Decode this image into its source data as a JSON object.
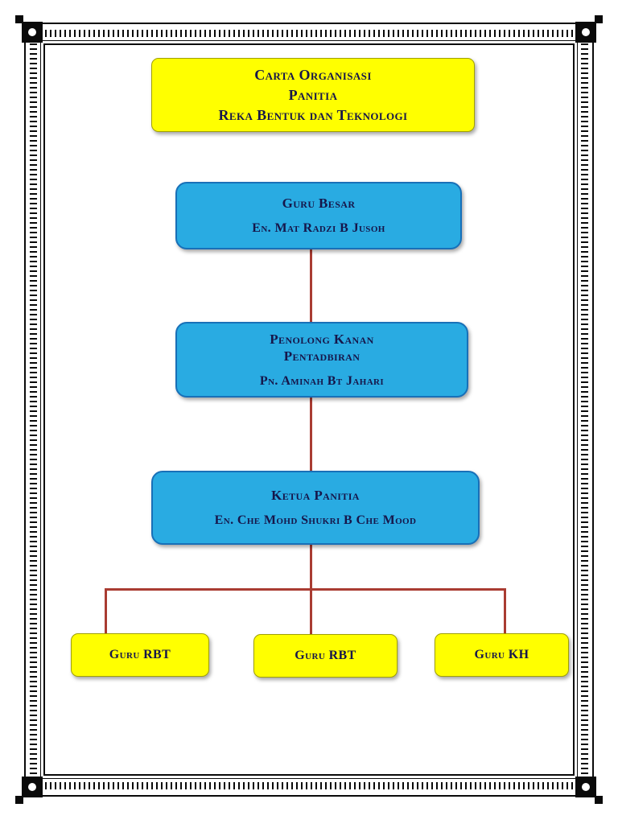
{
  "colors": {
    "box_blue": "#29ABE2",
    "box_blue_border": "#1870B8",
    "box_yellow": "#FFFF00",
    "box_yellow_border": "#A0A000",
    "connector_red": "#A93C32",
    "text_navy": "#16164A",
    "frame_black": "#0A0A0A"
  },
  "title_box": {
    "line1": "Carta Organisasi",
    "line2": "Panitia",
    "line3": "Reka Bentuk dan Teknologi"
  },
  "nodes": {
    "guru_besar": {
      "title": "Guru Besar",
      "name": "En. Mat Radzi B Jusoh"
    },
    "penolong_kanan": {
      "title_line1": "Penolong Kanan",
      "title_line2": "Pentadbiran",
      "name": "Pn. Aminah Bt Jahari"
    },
    "ketua_panitia": {
      "title": "Ketua Panitia",
      "name": "En. Che Mohd Shukri B Che Mood"
    },
    "leaves": [
      {
        "label": "Guru RBT"
      },
      {
        "label": "Guru RBT"
      },
      {
        "label": "Guru KH"
      }
    ]
  }
}
